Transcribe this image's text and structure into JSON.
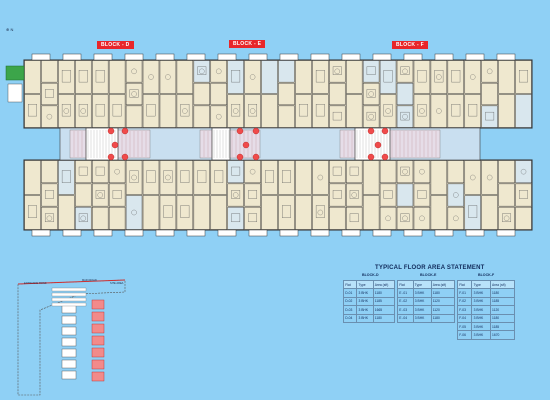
{
  "blocks": [
    {
      "label": "BLOCK - D"
    },
    {
      "label": "BLOCK - E"
    },
    {
      "label": "BLOCK - F"
    }
  ],
  "compass": {
    "label": "N"
  },
  "statement": {
    "title": "TYPICAL FLOOR AREA STATEMENT",
    "block_d": {
      "heading": "BLOCK-D",
      "columns": [
        "Flat",
        "Type",
        "Area (sft)"
      ],
      "rows": [
        [
          "D-01",
          "3 BHK",
          "1180"
        ],
        [
          "D-02",
          "3 BHK",
          "1185"
        ],
        [
          "D-03",
          "3 BHK",
          "1665"
        ],
        [
          "D-04",
          "3 BHK",
          "1180"
        ]
      ]
    },
    "block_e": {
      "heading": "BLOCK-E",
      "columns": [
        "Flat",
        "Type",
        "Area (sft)"
      ],
      "rows": [
        [
          "E -01",
          "3 BHK",
          "1180"
        ],
        [
          "E -02",
          "3 BHK",
          "1120"
        ],
        [
          "E -03",
          "3 BHK",
          "1120"
        ],
        [
          "E -04",
          "3 BHK",
          "1180"
        ]
      ]
    },
    "block_f": {
      "heading": "BLOCK-F",
      "columns": [
        "Flat",
        "Type",
        "Area (sft)"
      ],
      "rows": [
        [
          "F-01",
          "3 BHK",
          "1180"
        ],
        [
          "F-02",
          "3 BHK",
          "1185"
        ],
        [
          "F-03",
          "3 BHK",
          "1120"
        ],
        [
          "F-04",
          "3 BHK",
          "1180"
        ],
        [
          "F-05",
          "3 BHK",
          "1185"
        ],
        [
          "F-06",
          "3 BHK",
          "1670"
        ]
      ]
    }
  },
  "keyplan": {
    "labels": [
      "ENTRANCE ROAD",
      "MAIN ROAD",
      "SITE AREA"
    ]
  },
  "colors": {
    "background": "#8fd0f5",
    "wall": "#3a3a3a",
    "room": "#efe8cf",
    "block_label": "#e8262a",
    "text": "#102a5a",
    "green": "#3ca54a"
  }
}
